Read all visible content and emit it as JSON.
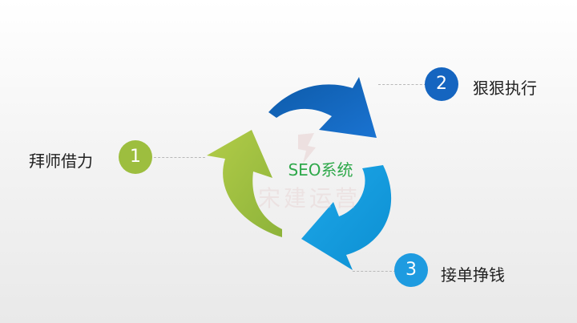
{
  "diagram": {
    "center": {
      "title": "SEO系统",
      "watermark": "宋建运营"
    },
    "steps": [
      {
        "number": "1",
        "label": "拜师借力",
        "color": "#9dbe3f"
      },
      {
        "number": "2",
        "label": "狠狠执行",
        "color": "#1565c0"
      },
      {
        "number": "3",
        "label": "接单挣钱",
        "color": "#1e9be0"
      }
    ]
  }
}
